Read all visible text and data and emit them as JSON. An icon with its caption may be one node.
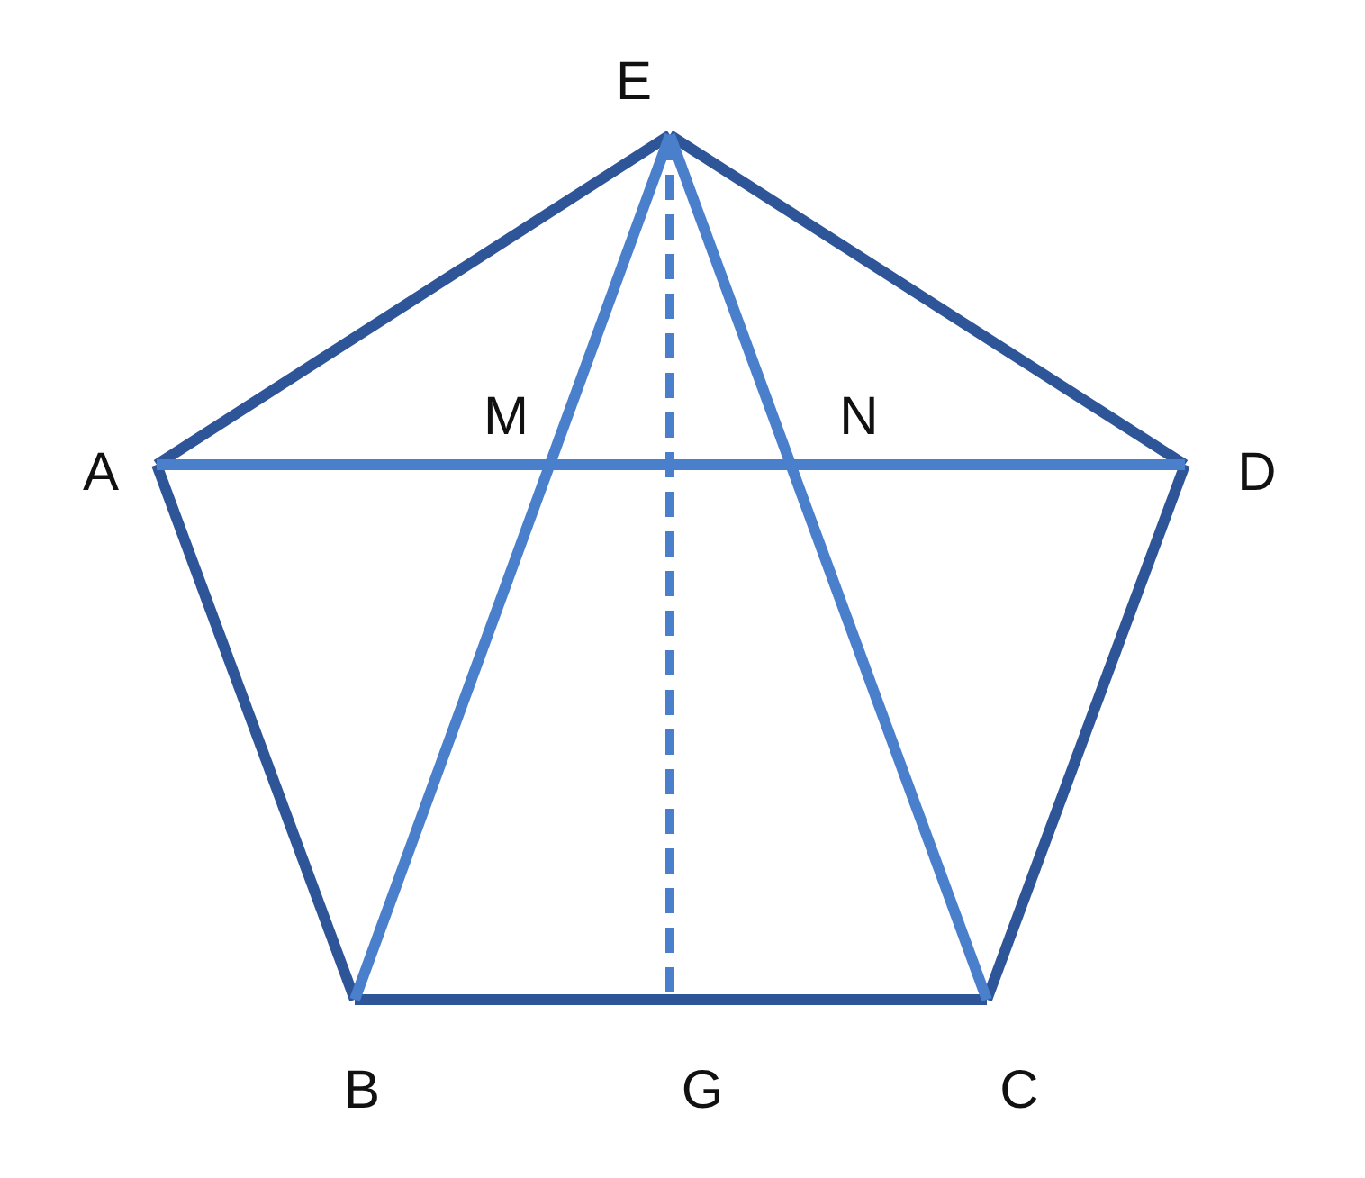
{
  "diagram": {
    "nodes": [
      {
        "text": [
          "E"
        ]
      },
      {
        "text": [
          "A"
        ]
      },
      {
        "text": [
          "D"
        ]
      },
      {
        "text": [
          "B"
        ]
      },
      {
        "text": [
          "C"
        ]
      },
      {
        "text": [
          "G"
        ]
      }
    ],
    "edges": [
      {
        "from": 0,
        "to": 1,
        "arrow": "none"
      },
      {
        "from": 1,
        "to": 3,
        "arrow": "none"
      },
      {
        "from": 3,
        "to": 4,
        "arrow": "none"
      },
      {
        "from": 4,
        "to": 2,
        "arrow": "none"
      },
      {
        "from": 2,
        "to": 0,
        "arrow": "none"
      },
      {
        "from": 1,
        "to": 2,
        "arrow": "none",
        "color": "#4a7fcc"
      },
      {
        "from": 0,
        "to": 3,
        "arrow": "none",
        "color": "#4a7fcc"
      },
      {
        "from": 0,
        "to": 4,
        "arrow": "none",
        "color": "#4a7fcc"
      },
      {
        "from": 0,
        "to": 5,
        "arrow": "none",
        "style": "dashed",
        "color": "#4a7fcc"
      }
    ],
    "labels": [
      "M",
      "N"
    ]
  }
}
